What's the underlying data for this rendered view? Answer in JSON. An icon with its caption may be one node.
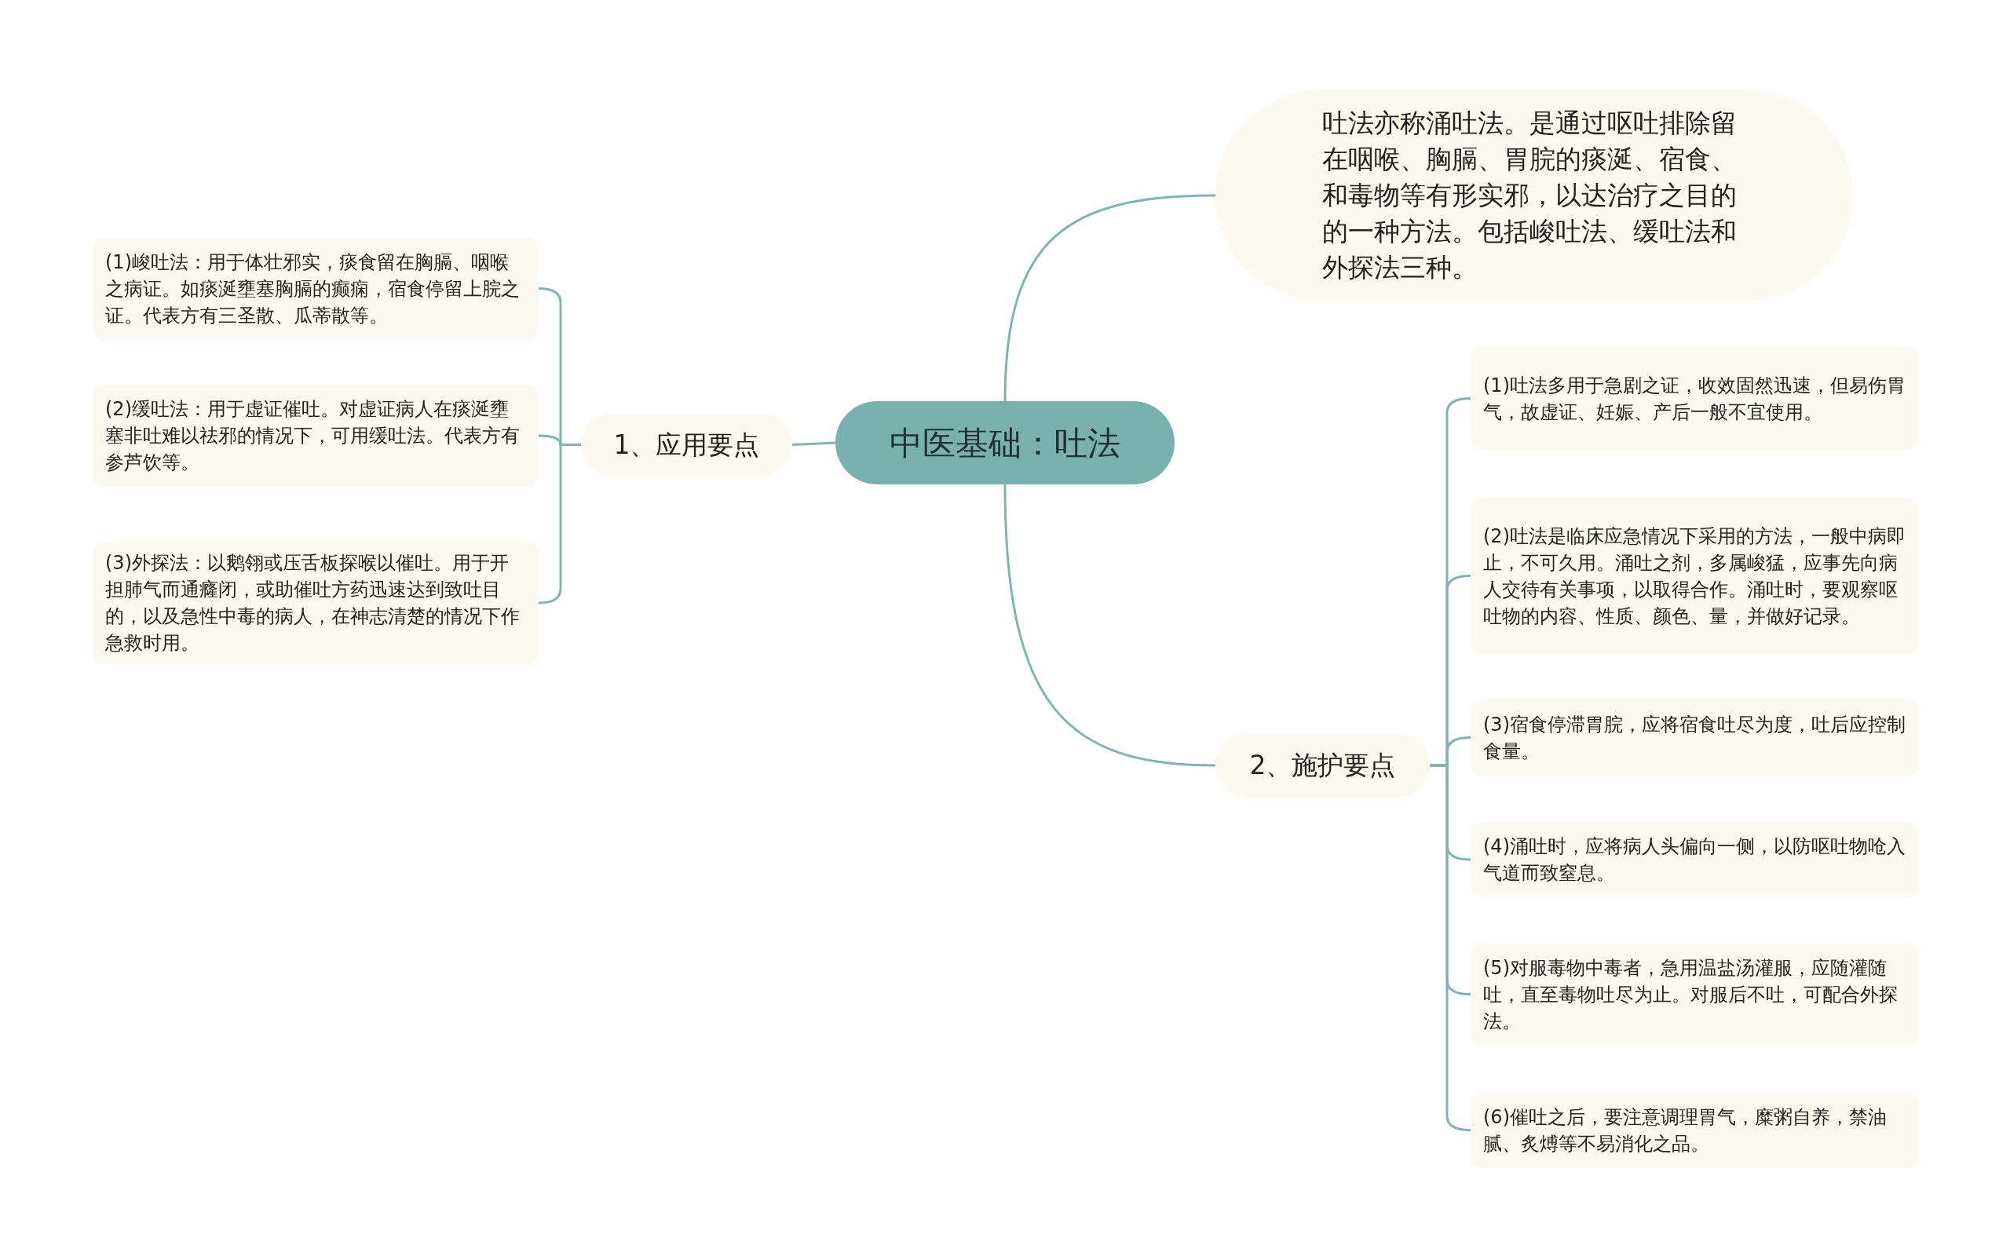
{
  "diagram": {
    "nodes": [
      {
        "text": [
          "中医基础：吐法"
        ]
      },
      {
        "text": [
          "吐法亦称涌吐法。是通过呕吐排除留在咽喉、胸膈、胃脘的痰涎、宿食、和毒物等有形实邪，以达治疗之目的的一种方法。包括峻吐法、缓吐法和外探法三种。"
        ]
      },
      {
        "text": [
          "1、应用要点"
        ]
      },
      {
        "text": [
          "(1)峻吐法：用于体壮邪实，痰食留在胸膈、咽喉之病证。如痰涎壅塞胸膈的癫痫，宿食停留上脘之证。代表方有三圣散、瓜蒂散等。"
        ]
      },
      {
        "text": [
          "(2)缓吐法：用于虚证催吐。对虚证病人在痰涎壅塞非吐难以祛邪的情况下，可用缓吐法。代表方有参芦饮等。"
        ]
      },
      {
        "text": [
          "(3)外探法：以鹅翎或压舌板探喉以催吐。用于开担肺气而通癃闭，或助催吐方药迅速达到致吐目的，以及急性中毒的病人，在神志清楚的情况下作急救时用。"
        ]
      },
      {
        "text": [
          "2、施护要点"
        ]
      },
      {
        "text": [
          "(1)吐法多用于急剧之证，收效固然迅速，但易伤胃气，故虚证、妊娠、产后一般不宜使用。"
        ]
      },
      {
        "text": [
          "(2)吐法是临床应急情况下采用的方法，一般中病即止，不可久用。涌吐之剂，多属峻猛，应事先向病人交待有关事项，以取得合作。涌吐时，要观察呕吐物的内容、性质、颜色、量，并做好记录。"
        ]
      },
      {
        "text": [
          "(3)宿食停滞胃脘，应将宿食吐尽为度，吐后应控制食量。"
        ]
      },
      {
        "text": [
          "(4)涌吐时，应将病人头偏向一侧，以防呕吐物呛入气道而致窒息。"
        ]
      },
      {
        "text": [
          "(5)对服毒物中毒者，急用温盐汤灌服，应随灌随吐，直至毒物吐尽为止。对服后不吐，可配合外探法。"
        ]
      },
      {
        "text": [
          "(6)催吐之后，要注意调理胃气，糜粥自养，禁油腻、炙煿等不易消化之品。"
        ]
      }
    ],
    "edges": [
      {
        "from": 0,
        "to": 1,
        "arrow": "none"
      },
      {
        "from": 0,
        "to": 2,
        "arrow": "none"
      },
      {
        "from": 2,
        "to": 3,
        "arrow": "none"
      },
      {
        "from": 2,
        "to": 4,
        "arrow": "none"
      },
      {
        "from": 2,
        "to": 5,
        "arrow": "none"
      },
      {
        "from": 0,
        "to": 6,
        "arrow": "none"
      },
      {
        "from": 6,
        "to": 7,
        "arrow": "none"
      },
      {
        "from": 6,
        "to": 8,
        "arrow": "none"
      },
      {
        "from": 6,
        "to": 9,
        "arrow": "none"
      },
      {
        "from": 6,
        "to": 10,
        "arrow": "none"
      },
      {
        "from": 6,
        "to": 11,
        "arrow": "none"
      },
      {
        "from": 6,
        "to": 12,
        "arrow": "none"
      }
    ]
  }
}
